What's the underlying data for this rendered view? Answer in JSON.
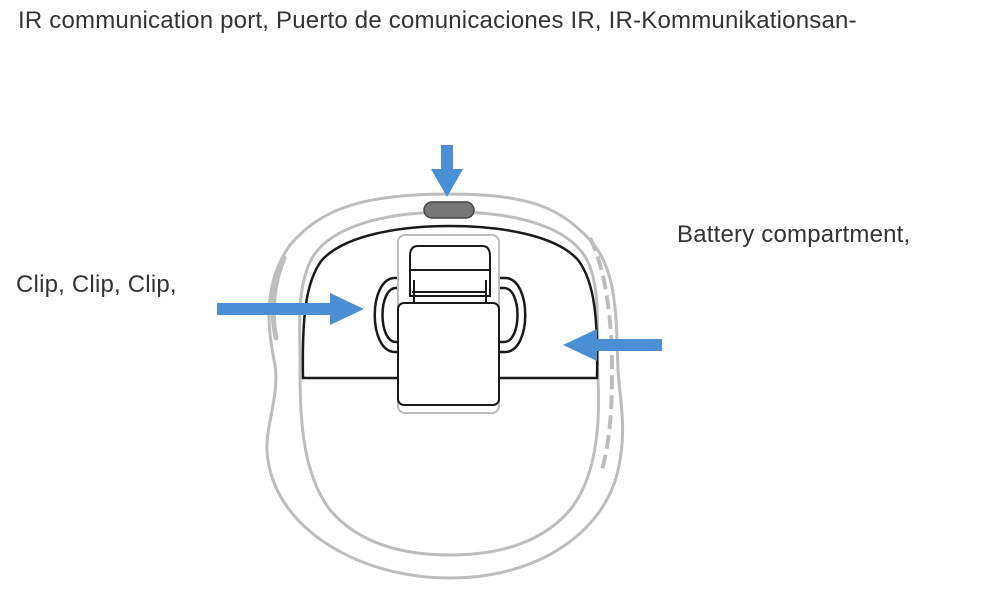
{
  "labels": {
    "top_caption": "IR communication port, Puerto de comunicaciones IR, IR-Kommunikationsan-",
    "clip": "Clip, Clip, Clip,",
    "battery": "Battery compartment,"
  },
  "colors": {
    "arrow": "#4a8fd3",
    "device_outline": "#bdbdbd",
    "compartment_line": "#1a1a1a",
    "ir_port": "#777777",
    "text": "#333333"
  },
  "icons": [
    "ir-port-arrow-icon",
    "clip-arrow-icon",
    "battery-arrow-icon"
  ]
}
